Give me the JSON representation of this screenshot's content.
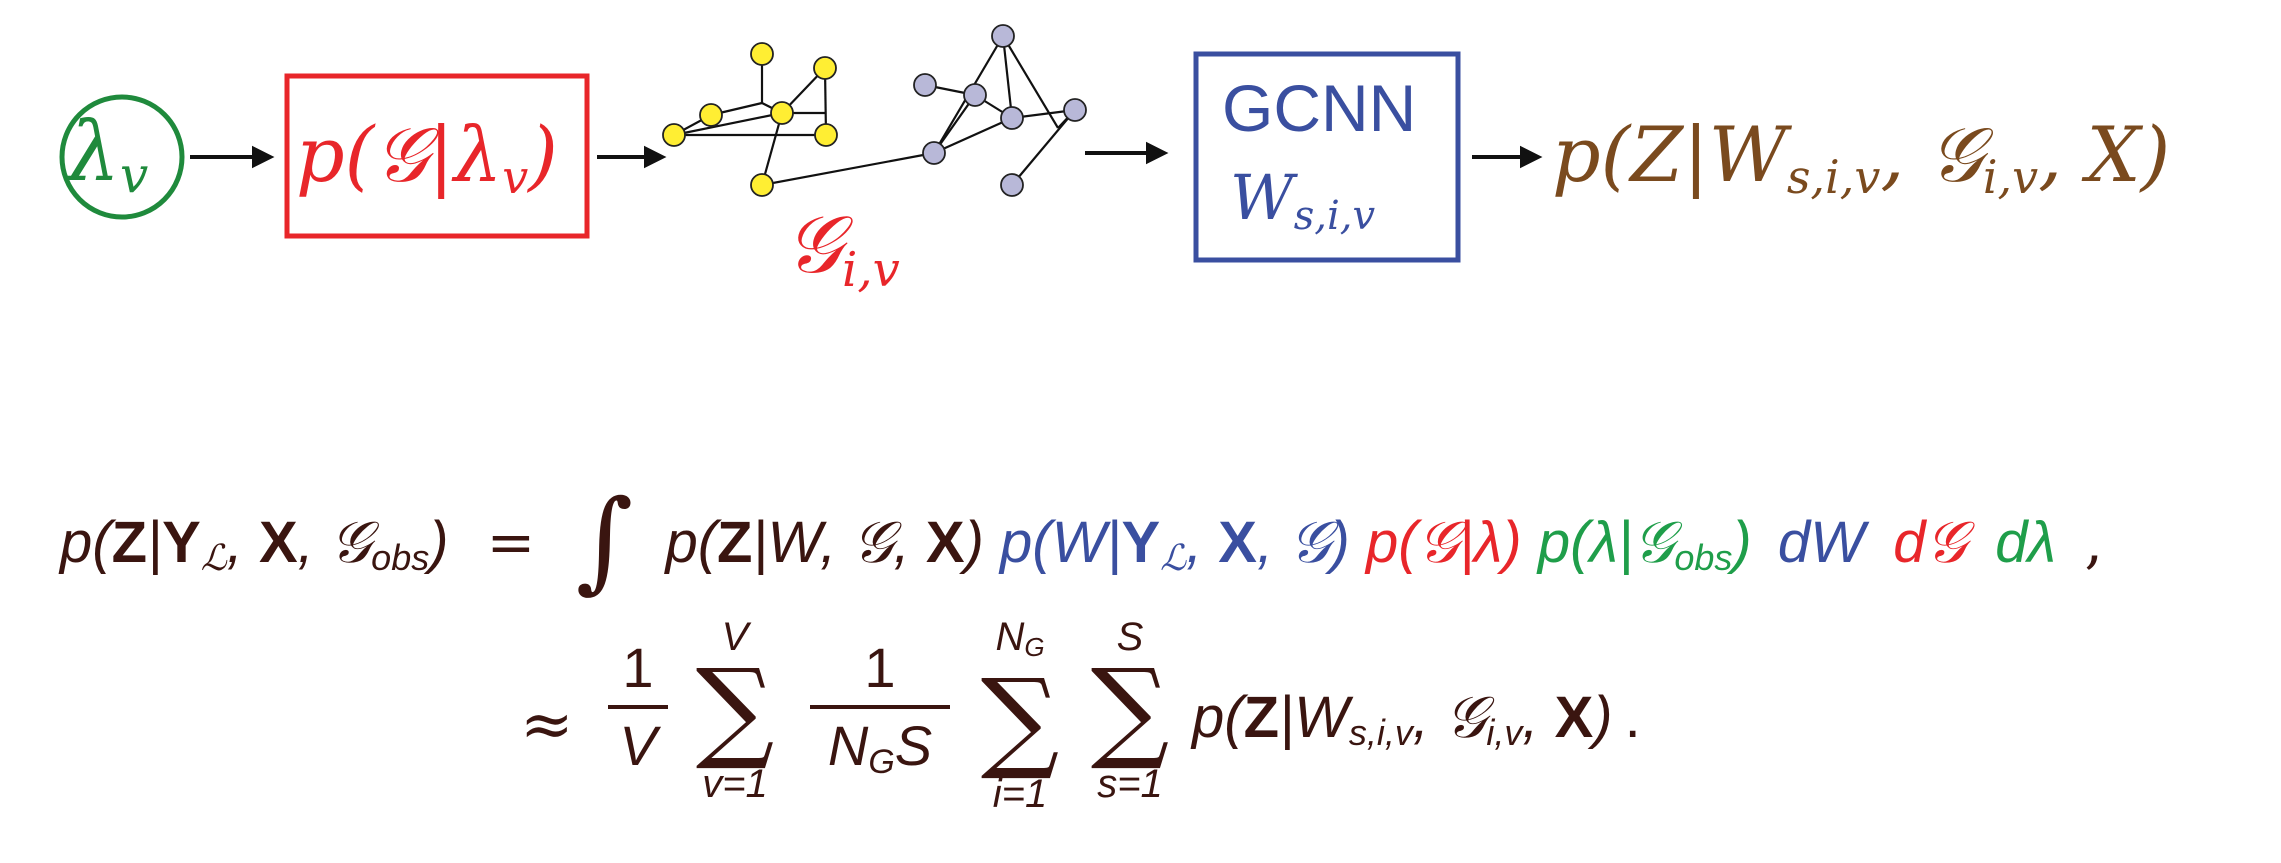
{
  "diagram": {
    "lambda_node": {
      "symbol": "λ",
      "sub": "v"
    },
    "prior_box": {
      "text": "p(𝒢|λ",
      "sub": "v",
      "close": ")"
    },
    "graph_label": {
      "symbol": "𝒢",
      "sub": "i,v"
    },
    "gcnn_box": {
      "title": "GCNN",
      "weight": "W",
      "sub": "s,i,v"
    },
    "output": {
      "prefix": "p(Z|W",
      "sub1": "s,i,v",
      "mid": ", 𝒢",
      "sub2": "i,v",
      "suffix": ", X)"
    },
    "colors": {
      "green": "#1f8a3c",
      "red": "#e8262a",
      "blue": "#3a4fa0",
      "brown": "#7a4a1e",
      "node_yellow": "#ffee33",
      "node_lavender": "#b8b8d8"
    }
  },
  "equation": {
    "line1": {
      "lhs_p": "p(",
      "lhs_Z": "Z",
      "lhs_bar": "|",
      "lhs_Y": "Y",
      "lhs_Ysub": "ℒ",
      "lhs_comma1": ", ",
      "lhs_X": "X",
      "lhs_comma2": ", 𝒢",
      "lhs_Gsub": "obs",
      "lhs_close": ")",
      "equals": "=",
      "integral": "∫",
      "t1_p": "p(",
      "t1_Z": "Z",
      "t1_rest": "|W, 𝒢, ",
      "t1_X": "X",
      "t1_close": ")",
      "t2_open": "p(W|",
      "t2_Y": "Y",
      "t2_Ysub": "ℒ",
      "t2_comma": ", ",
      "t2_X": "X",
      "t2_rest": ", 𝒢)",
      "t3": "p(𝒢|λ)",
      "t4_open": "p(λ|𝒢",
      "t4_sub": "obs",
      "t4_close": ")",
      "dW": "dW",
      "dG": "d𝒢",
      "dlambda": "dλ",
      "trail": ","
    },
    "line2": {
      "approx": "≈",
      "f1_num": "1",
      "f1_den": "V",
      "sum1_top": "V",
      "sum1_bot": "v=1",
      "f2_num": "1",
      "f2_den_N": "N",
      "f2_den_sub": "G",
      "f2_den_S": "S",
      "sum2_top_N": "N",
      "sum2_top_sub": "G",
      "sum2_bot": "i=1",
      "sum3_top": "S",
      "sum3_bot": "s=1",
      "term_p": "p(",
      "term_Z": "Z",
      "term_W": "|W",
      "term_Wsub": "s,i,v",
      "term_G": ", 𝒢",
      "term_Gsub": "i,v",
      "term_comma": ", ",
      "term_X": "X",
      "term_close": ")",
      "trail": "."
    },
    "sigma": "∑"
  }
}
